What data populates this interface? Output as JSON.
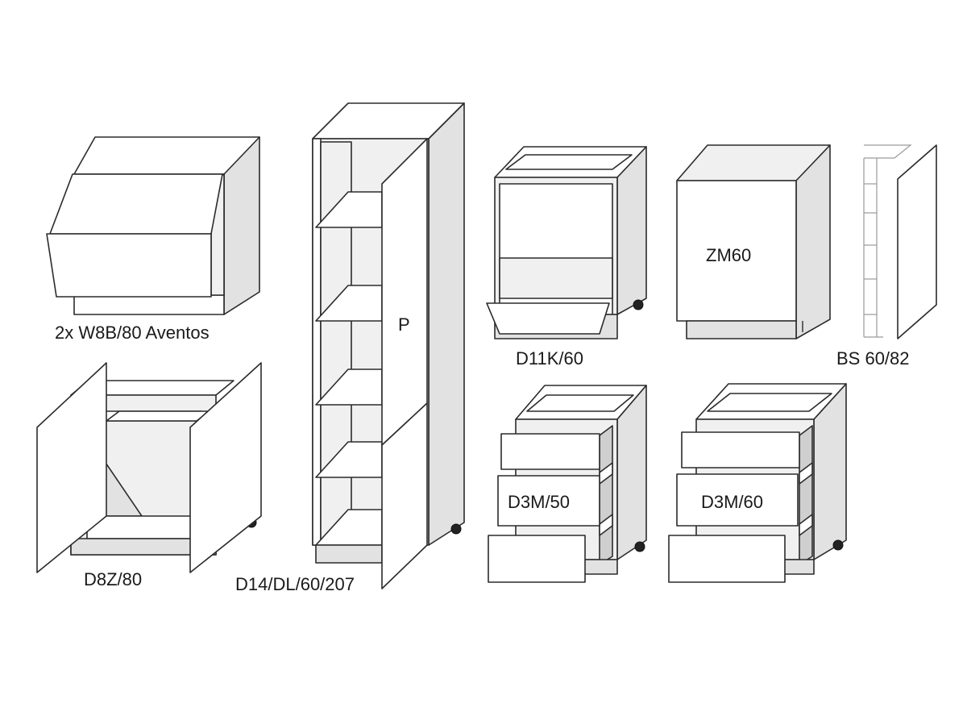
{
  "labels": {
    "w8b": "2x W8B/80 Aventos",
    "d14": "D14/DL/60/207",
    "p": "P",
    "d11k": "D11K/60",
    "zm60": "ZM60",
    "bs": "BS 60/82",
    "d8z": "D8Z/80",
    "d3m50": "D3M/50",
    "d3m60": "D3M/60"
  }
}
